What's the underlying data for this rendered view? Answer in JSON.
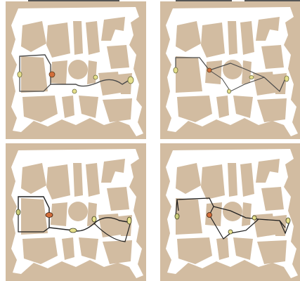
{
  "colors": {
    "background": "#ffffff",
    "obstacle": "#d2bca1",
    "free_space": "#ffffff",
    "path": "#1f1f1f",
    "path_alt": "#4a4a4a",
    "node_yellow": "#e6e08c",
    "node_olive": "#c9cc7a",
    "node_orange": "#d26e3a",
    "node_stroke": "#6b6b3a"
  },
  "panels": [
    {
      "id": "top-left",
      "path_style": "gray-smooth"
    },
    {
      "id": "top-right",
      "path_style": "gray-polyline"
    },
    {
      "id": "bottom-left",
      "path_style": "black-smooth"
    },
    {
      "id": "bottom-right",
      "path_style": "black-polyline"
    }
  ]
}
